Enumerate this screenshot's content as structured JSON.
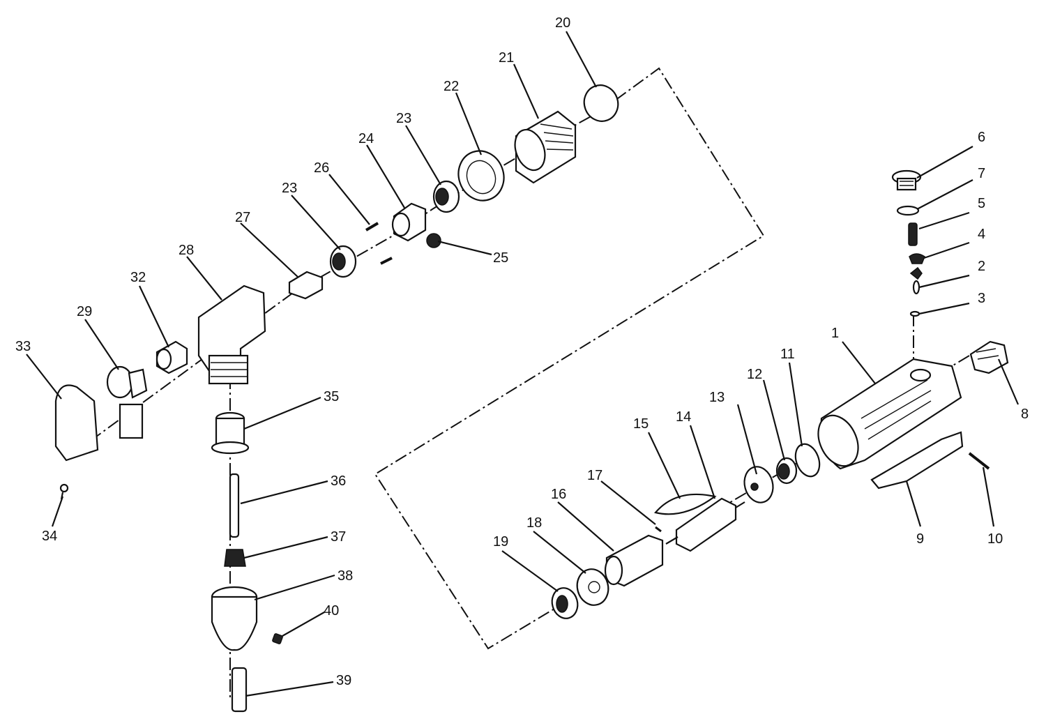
{
  "colors": {
    "ink": "#111111",
    "paper": "#ffffff"
  },
  "labels": {
    "l1": "1",
    "l2": "2",
    "l3": "3",
    "l4": "4",
    "l5": "5",
    "l6": "6",
    "l7": "7",
    "l8": "8",
    "l9": "9",
    "l10": "10",
    "l11": "11",
    "l12": "12",
    "l13": "13",
    "l14": "14",
    "l15": "15",
    "l16": "16",
    "l17": "17",
    "l18": "18",
    "l19": "19",
    "l20": "20",
    "l21": "21",
    "l22": "22",
    "l23a": "23",
    "l23b": "23",
    "l24": "24",
    "l25": "25",
    "l26": "26",
    "l27": "27",
    "l28": "28",
    "l29": "29",
    "l32": "32",
    "l33": "33",
    "l34": "34",
    "l35": "35",
    "l36": "36",
    "l37": "37",
    "l38": "38",
    "l39": "39",
    "l40": "40"
  }
}
